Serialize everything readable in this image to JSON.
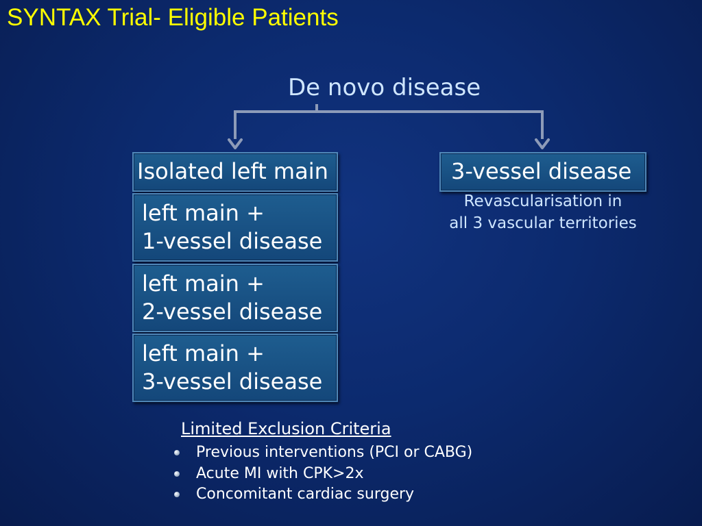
{
  "title": "SYNTAX Trial- Eligible Patients",
  "root": "De novo disease",
  "left_branch": {
    "head": "Isolated left main",
    "subgroups": [
      {
        "line1": "left main +",
        "line2": "1-vessel disease"
      },
      {
        "line1": "left main +",
        "line2": "2-vessel disease"
      },
      {
        "line1": "left main +",
        "line2": "3-vessel disease"
      }
    ]
  },
  "right_branch": {
    "head": "3-vessel disease",
    "note_line1": "Revascularisation in",
    "note_line2": "all 3 vascular territories"
  },
  "exclusion": {
    "heading": "Limited Exclusion Criteria",
    "items": [
      "Previous interventions (PCI or CABG)",
      "Acute MI with CPK>2x",
      "Concomitant cardiac surgery"
    ]
  },
  "colors": {
    "title": "#ffff00",
    "background": "#0c2a6e",
    "box_fill": "#1a5487",
    "box_border": "#4f87b8",
    "connector": "#8d9bb8",
    "label_text": "#cfe6ff"
  },
  "icons": {
    "bullet": "sphere-bullet-icon",
    "arrow": "arrow-down-icon"
  }
}
